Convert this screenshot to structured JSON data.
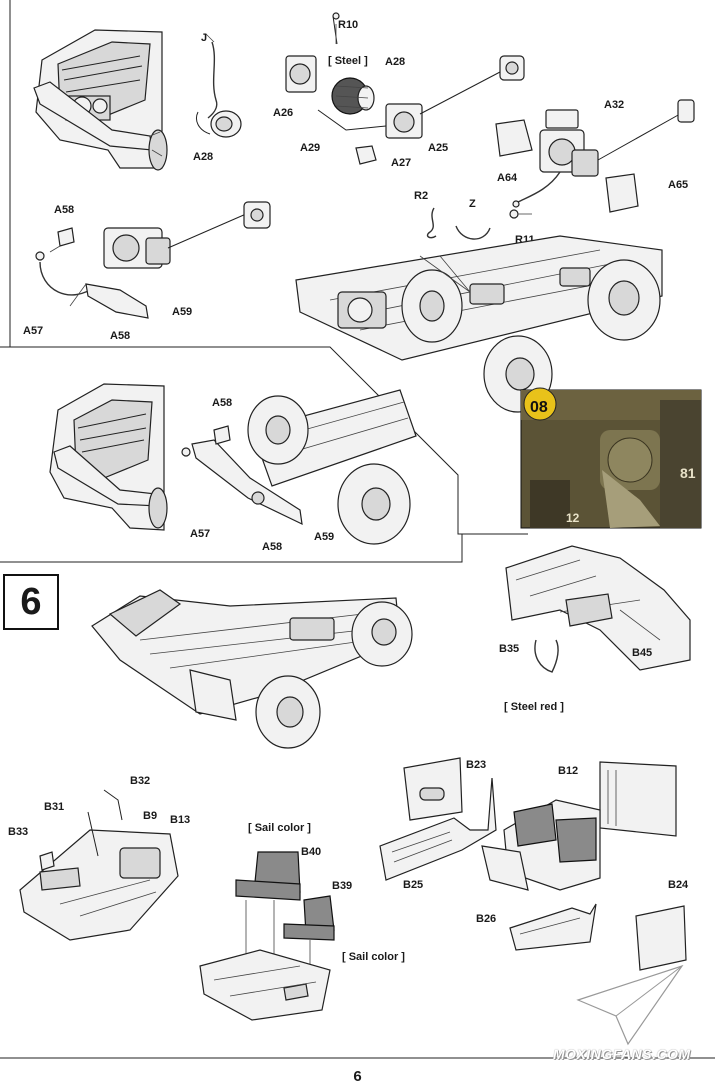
{
  "step": {
    "number": "6"
  },
  "page": {
    "number": "6"
  },
  "watermark": {
    "text": "MOXINGFANS.COM"
  },
  "notes": {
    "steel": "[ Steel ]",
    "steel_red": "[ Steel red ]",
    "sail_color_1": "[ Sail color ]",
    "sail_color_2": "[ Sail color ]"
  },
  "photo": {
    "plate_text": "08",
    "side_text": "81",
    "bottom_text": "12"
  },
  "labels": {
    "R10": "R10",
    "J": "J",
    "A28a": "A28",
    "A28b": "A28",
    "A26": "A26",
    "A29": "A29",
    "A27": "A27",
    "A25": "A25",
    "A32": "A32",
    "A64": "A64",
    "A65": "A65",
    "R2": "R2",
    "Z": "Z",
    "R11": "R11",
    "A58a": "A58",
    "A57a": "A57",
    "A58b": "A58",
    "A59a": "A59",
    "A58c": "A58",
    "A57b": "A57",
    "A58d": "A58",
    "A59b": "A59",
    "B35": "B35",
    "B45": "B45",
    "B32": "B32",
    "B31": "B31",
    "B9": "B9",
    "B13": "B13",
    "B33": "B33",
    "B40": "B40",
    "B39": "B39",
    "B23": "B23",
    "B25": "B25",
    "B12": "B12",
    "B24": "B24",
    "B26": "B26"
  },
  "colors": {
    "ink": "#1a1a1a",
    "seat": "#8a8a8a",
    "photo_olive": "#5b5336",
    "photo_yellow": "#e8c21a"
  }
}
